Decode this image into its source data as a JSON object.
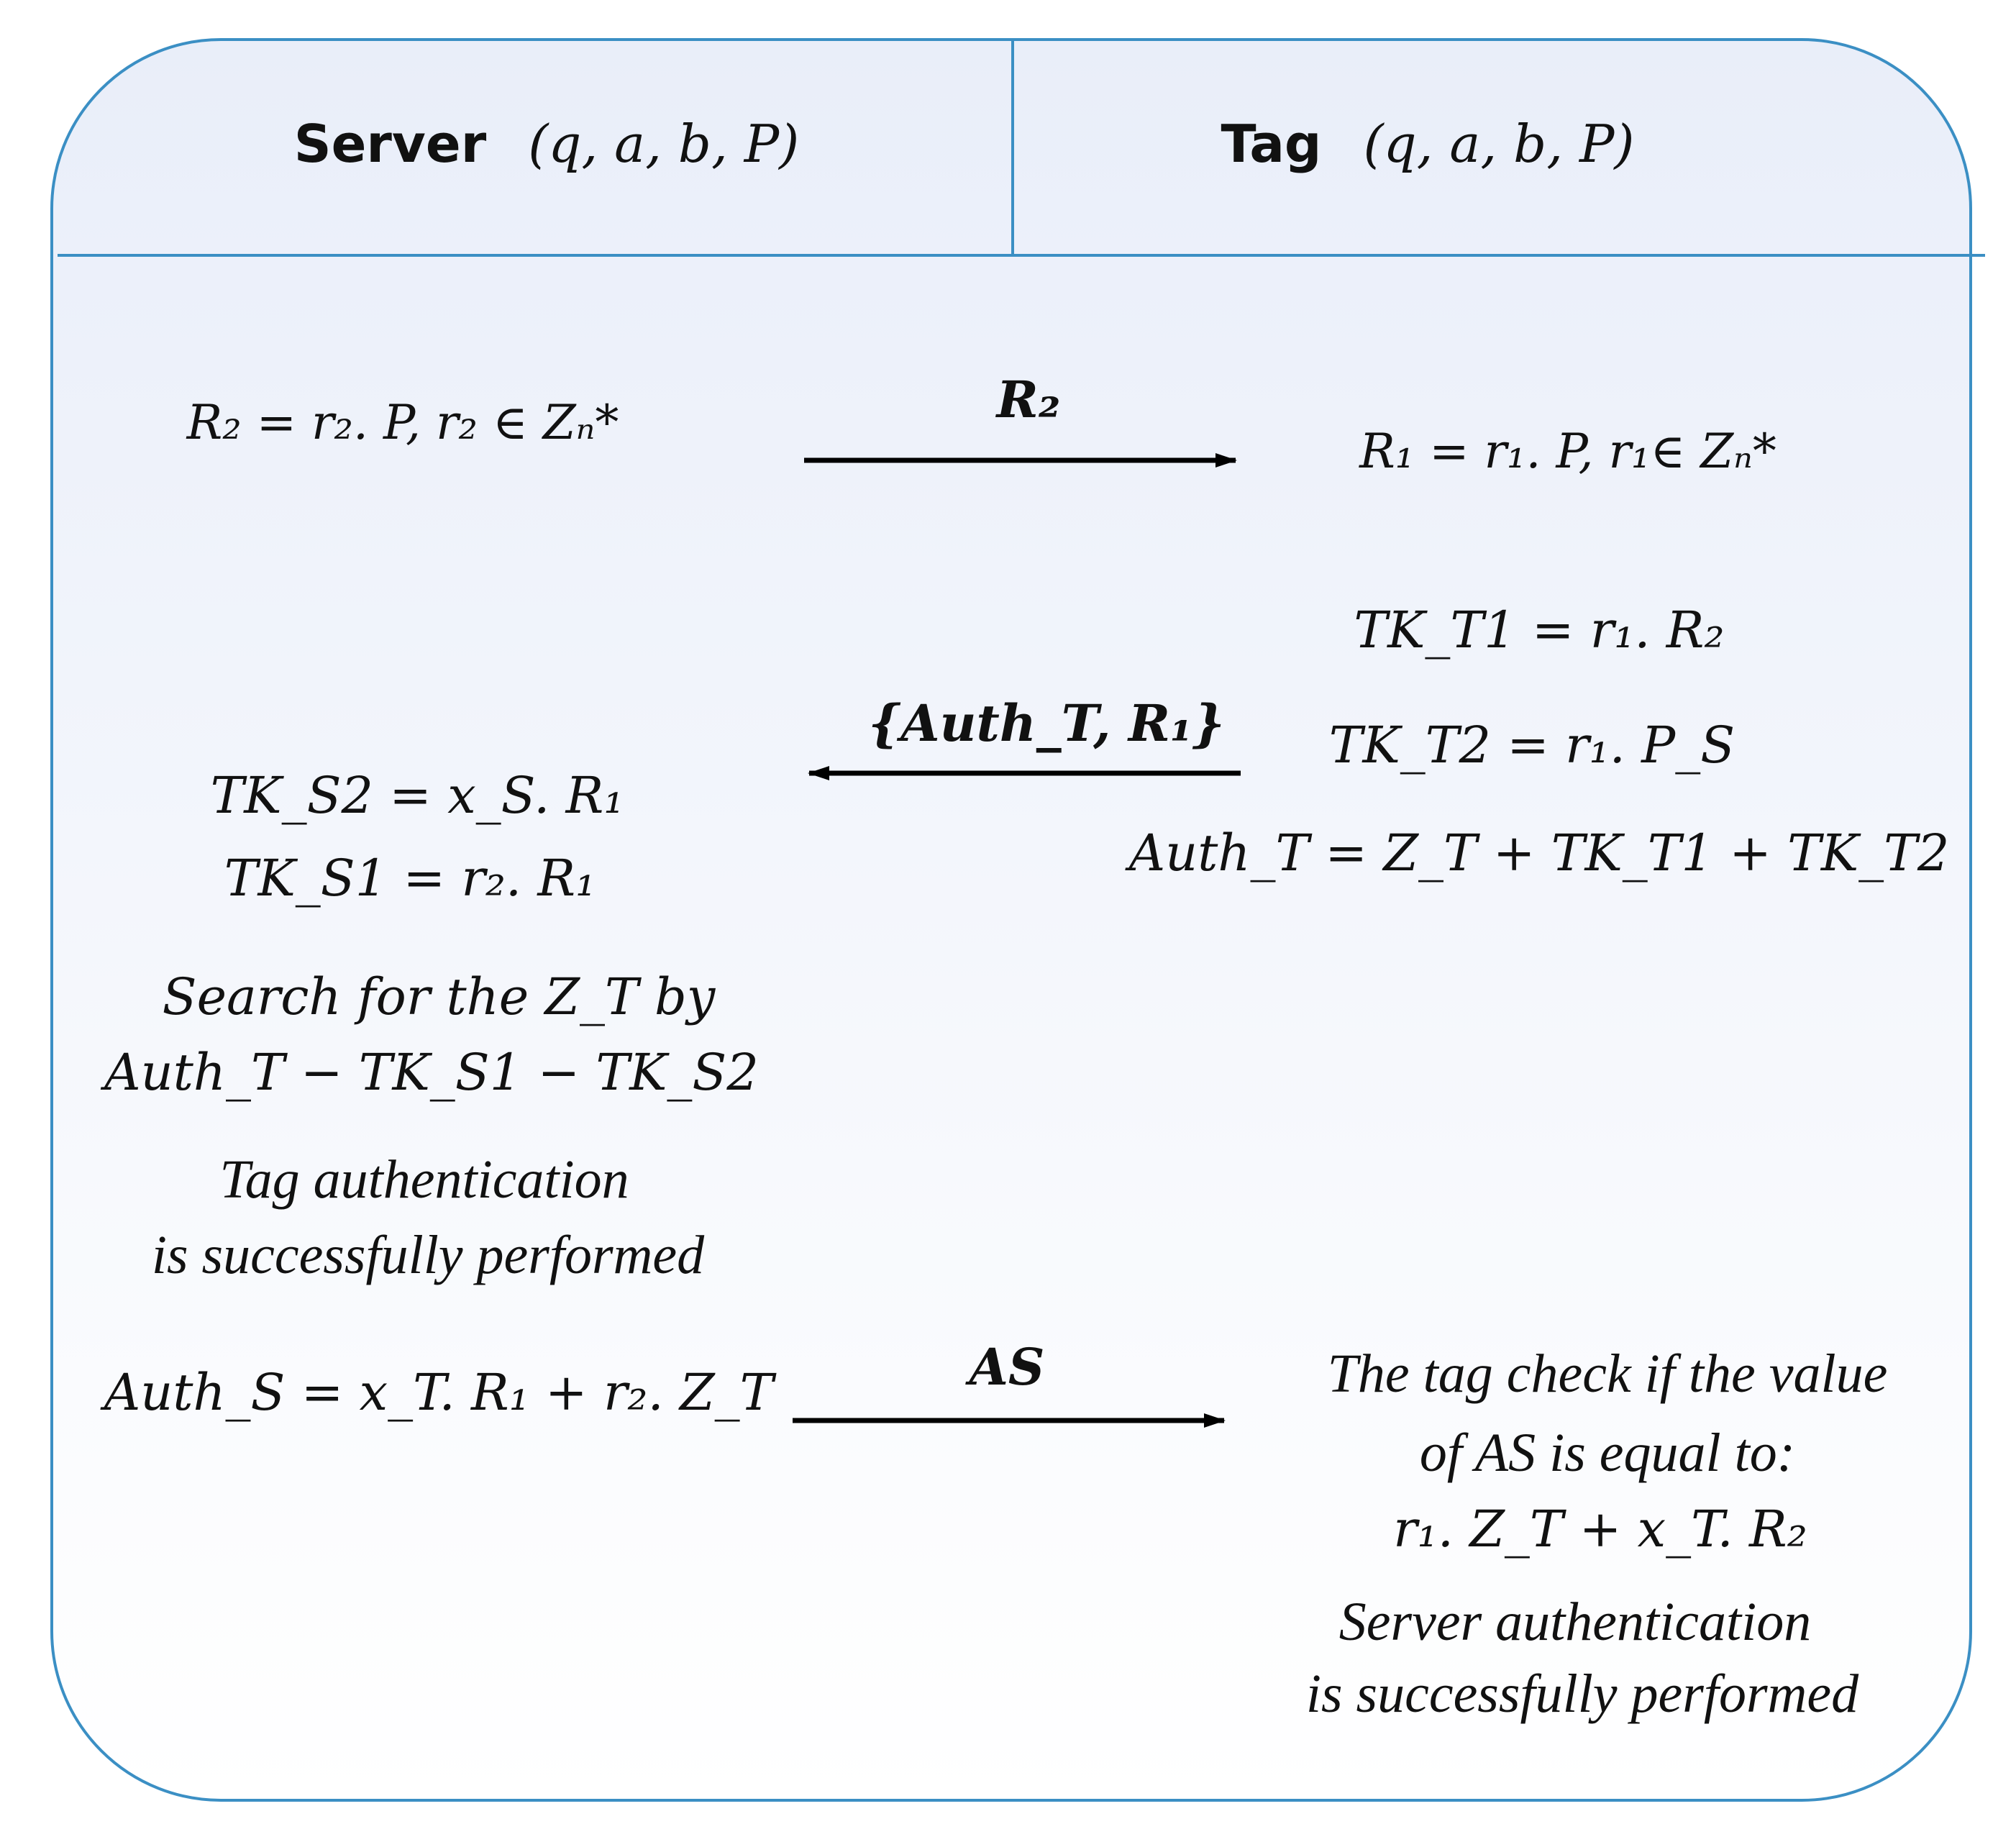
{
  "header": {
    "server": {
      "name": "Server",
      "params": "(q, a, b, P)"
    },
    "tag": {
      "name": "Tag",
      "params": "(q, a, b, P)"
    }
  },
  "messages": {
    "m1": "R₂",
    "m2": "{Auth_T, R₁}",
    "m3": "AS"
  },
  "server": {
    "r2_choice": "R₂ = r₂. P,  r₂ ∈ Zₙ*",
    "tk_s2": "TK_S2 = x_S. R₁",
    "tk_s1": "TK_S1 = r₂. R₁",
    "search_line1": "Search for the Z_T by",
    "search_line2": "Auth_T − TK_S1 − TK_S2",
    "tag_auth_line1": "Tag authentication",
    "tag_auth_line2": "is successfully performed",
    "auth_s": "Auth_S = x_T. R₁ + r₂. Z_T"
  },
  "tag": {
    "r1_choice": "R₁ = r₁. P,   r₁∈ Zₙ*",
    "tk_t1": "TK_T1 = r₁. R₂",
    "tk_t2": "TK_T2 = r₁. P_S",
    "auth_t": "Auth_T = Z_T + TK_T1 + TK_T2",
    "check_line1": "The tag check if the value",
    "check_line2": "of AS is equal to:",
    "check_line3": "r₁. Z_T + x_T. R₂",
    "server_auth_line1": "Server authentication",
    "server_auth_line2": "is successfully performed"
  },
  "colors": {
    "frame": "#3b8fc4",
    "background_top": "#ecf1fb",
    "background_bottom": "#ffffff",
    "arrow": "#000000"
  }
}
